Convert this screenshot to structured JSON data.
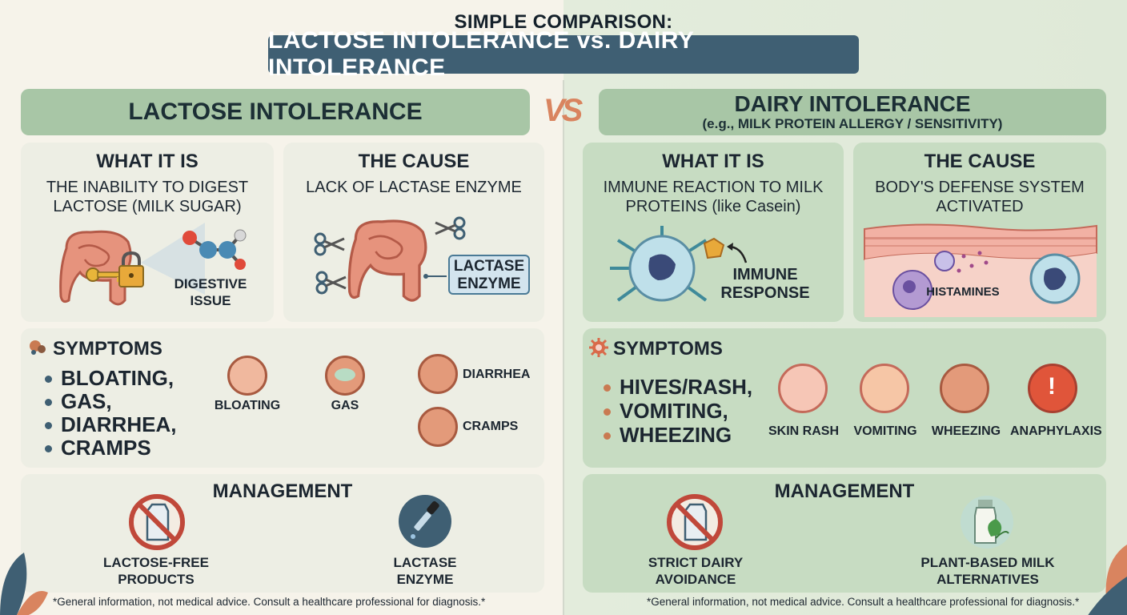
{
  "header": {
    "title": "SIMPLE COMPARISON:",
    "banner": "LACTOSE INTOLERANCE vs. DAIRY INTOLERANCE",
    "vs": "VS"
  },
  "lactose": {
    "heading": "LACTOSE INTOLERANCE",
    "what": {
      "title": "WHAT IT IS",
      "desc_line1": "THE INABILITY TO DIGEST",
      "desc_line2": "LACTOSE (MILK SUGAR)",
      "label_line1": "DIGESTIVE",
      "label_line2": "ISSUE"
    },
    "cause": {
      "title": "THE CAUSE",
      "desc": "LACK OF LACTASE ENZYME",
      "label_line1": "LACTASE",
      "label_line2": "ENZYME"
    },
    "symptoms": {
      "title": "SYMPTOMS",
      "bullets": [
        "BLOATING,",
        "GAS,",
        "DIARRHEA,",
        "CRAMPS"
      ],
      "icons": [
        "BLOATING",
        "GAS",
        "DIARRHEA",
        "CRAMPS"
      ]
    },
    "management": {
      "title": "MANAGEMENT",
      "item1_line1": "LACTOSE-FREE",
      "item1_line2": "PRODUCTS",
      "item2_line1": "LACTASE",
      "item2_line2": "ENZYME"
    },
    "footer": "*General information, not medical advice. Consult a healthcare professional for diagnosis.*"
  },
  "dairy": {
    "heading": "DAIRY INTOLERANCE",
    "subheading": "(e.g., MILK PROTEIN ALLERGY / SENSITIVITY)",
    "what": {
      "title": "WHAT IT IS",
      "desc_line1": "IMMUNE REACTION TO MILK",
      "desc_line2": "PROTEINS (like Casein)",
      "label_line1": "IMMUNE",
      "label_line2": "RESPONSE"
    },
    "cause": {
      "title": "THE CAUSE",
      "desc_line1": "BODY'S DEFENSE SYSTEM",
      "desc_line2": "ACTIVATED",
      "label": "HISTAMINES"
    },
    "symptoms": {
      "title": "SYMPTOMS",
      "bullets": [
        "HIVES/RASH,",
        "VOMITING,",
        "WHEEZING"
      ],
      "icons": [
        "SKIN RASH",
        "VOMITING",
        "WHEEZING",
        "ANAPHYLAXIS"
      ]
    },
    "management": {
      "title": "MANAGEMENT",
      "item1_line1": "STRICT DAIRY",
      "item1_line2": "AVOIDANCE",
      "item2_line1": "PLANT-BASED MILK",
      "item2_line2": "ALTERNATIVES"
    },
    "footer": "*General information, not medical advice. Consult a healthcare professional for diagnosis.*"
  },
  "colors": {
    "banner": "#3f5f73",
    "panel_head": "#a8c6a6",
    "card_left": "#edeee4",
    "card_right": "#c7dcc2",
    "accent": "#d9845f"
  },
  "icons": [
    "intestine-icon",
    "key-icon",
    "lock-icon",
    "molecule-icon",
    "scissors-icon",
    "immune-cell-icon",
    "skin-layer-icon",
    "no-milk-icon",
    "dropper-icon",
    "plant-milk-icon",
    "leaf-icon"
  ]
}
